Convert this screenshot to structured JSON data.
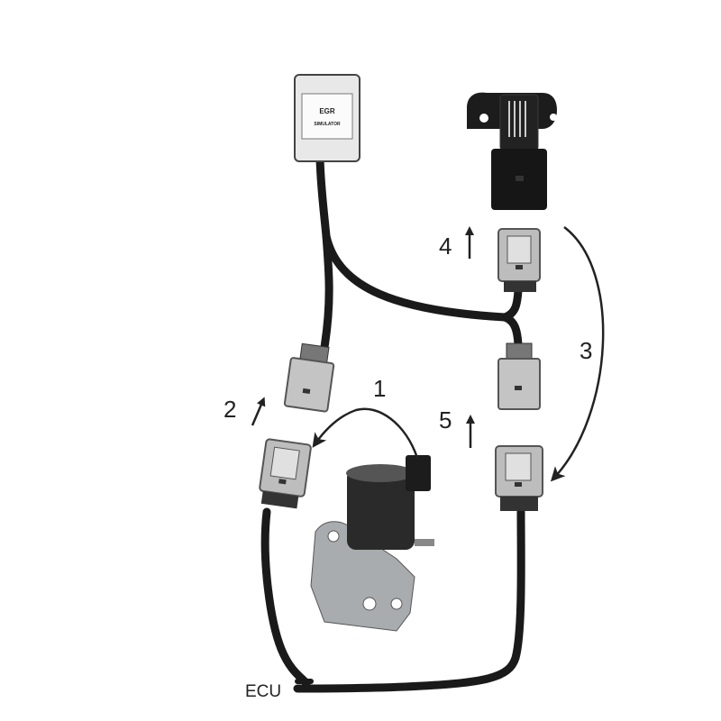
{
  "simulator": {
    "title": "EGR",
    "subtitle": "SIMULATOR"
  },
  "steps": [
    "1",
    "2",
    "3",
    "4",
    "5"
  ],
  "ecu_label": "ECU",
  "colors": {
    "cable": "#1a1a1a",
    "connector": "#b9b9b9",
    "sensor": "#161616",
    "valve_metal": "#a9acaf"
  }
}
